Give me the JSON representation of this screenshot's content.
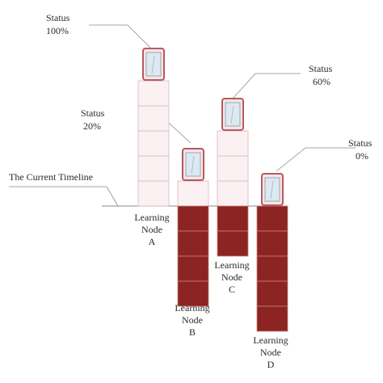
{
  "timeline": {
    "label": "The Current Timeline"
  },
  "nodes": [
    {
      "id": "A",
      "label": [
        "Learning",
        "Node",
        "A"
      ],
      "status_word": "Status",
      "status_value": "100%",
      "blocks_above": 5,
      "blocks_below": 0
    },
    {
      "id": "B",
      "label": [
        "Learning",
        "Node",
        "B"
      ],
      "status_word": "Status",
      "status_value": "20%",
      "blocks_above": 1,
      "blocks_below": 4
    },
    {
      "id": "C",
      "label": [
        "Learning",
        "Node",
        "C"
      ],
      "status_word": "Status",
      "status_value": "60%",
      "blocks_above": 3,
      "blocks_below": 2
    },
    {
      "id": "D",
      "label": [
        "Learning",
        "Node",
        "D"
      ],
      "status_word": "Status",
      "status_value": "0%",
      "blocks_above": 0,
      "blocks_below": 5
    }
  ],
  "colors": {
    "upper_block": "#fbf1f3",
    "upper_border": "#d9b8bf",
    "lower_block": "#8b2422",
    "lower_border": "#c9827c",
    "device": "#b8595f",
    "screen": "#dde9f2",
    "line": "#8a8a8a"
  }
}
